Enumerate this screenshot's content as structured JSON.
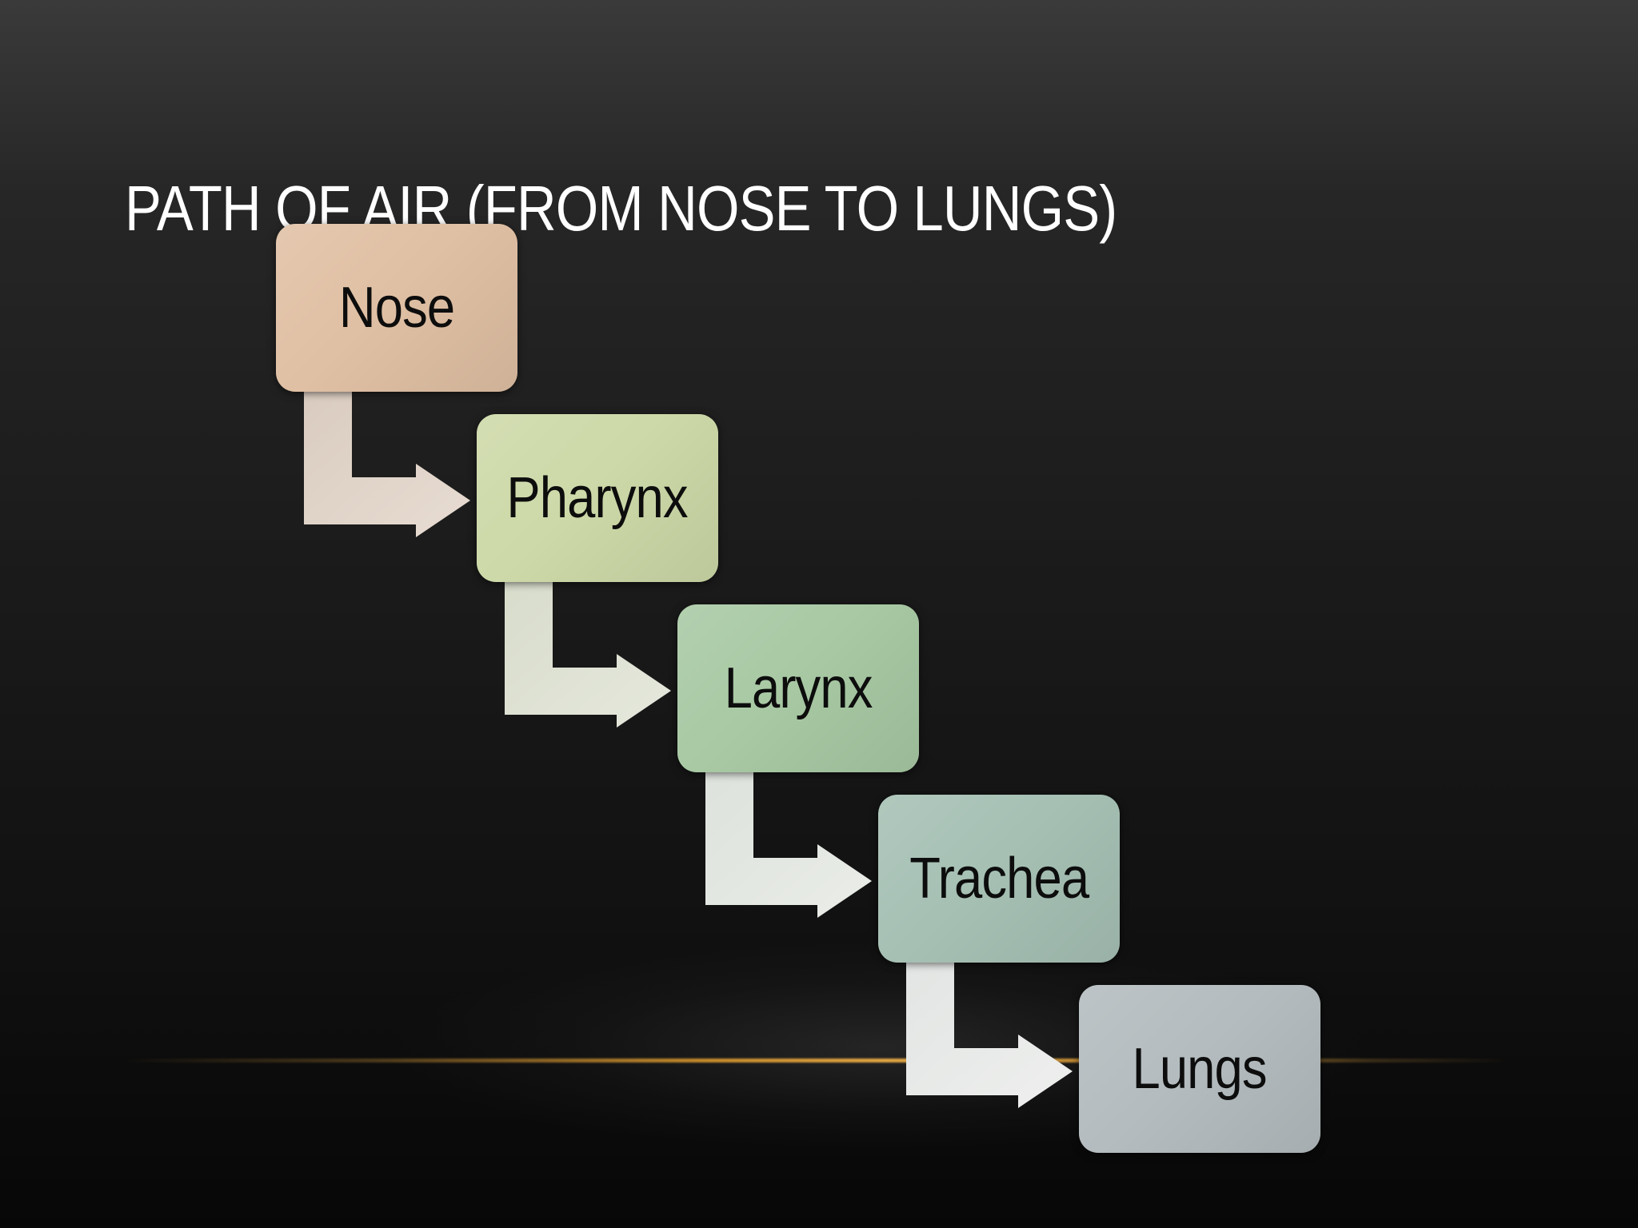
{
  "title": "PATH OF AIR (FROM NOSE TO LUNGS)",
  "steps": [
    {
      "label": "Nose",
      "color": "#e0c0a4"
    },
    {
      "label": "Pharynx",
      "color": "#cdd9a8"
    },
    {
      "label": "Larynx",
      "color": "#a8c9a4"
    },
    {
      "label": "Trachea",
      "color": "#a6c0b4"
    },
    {
      "label": "Lungs",
      "color": "#b4bcbf"
    }
  ],
  "colors": {
    "accent_line": "#d89a3c",
    "arrow_fill": "#e6e6e2"
  }
}
